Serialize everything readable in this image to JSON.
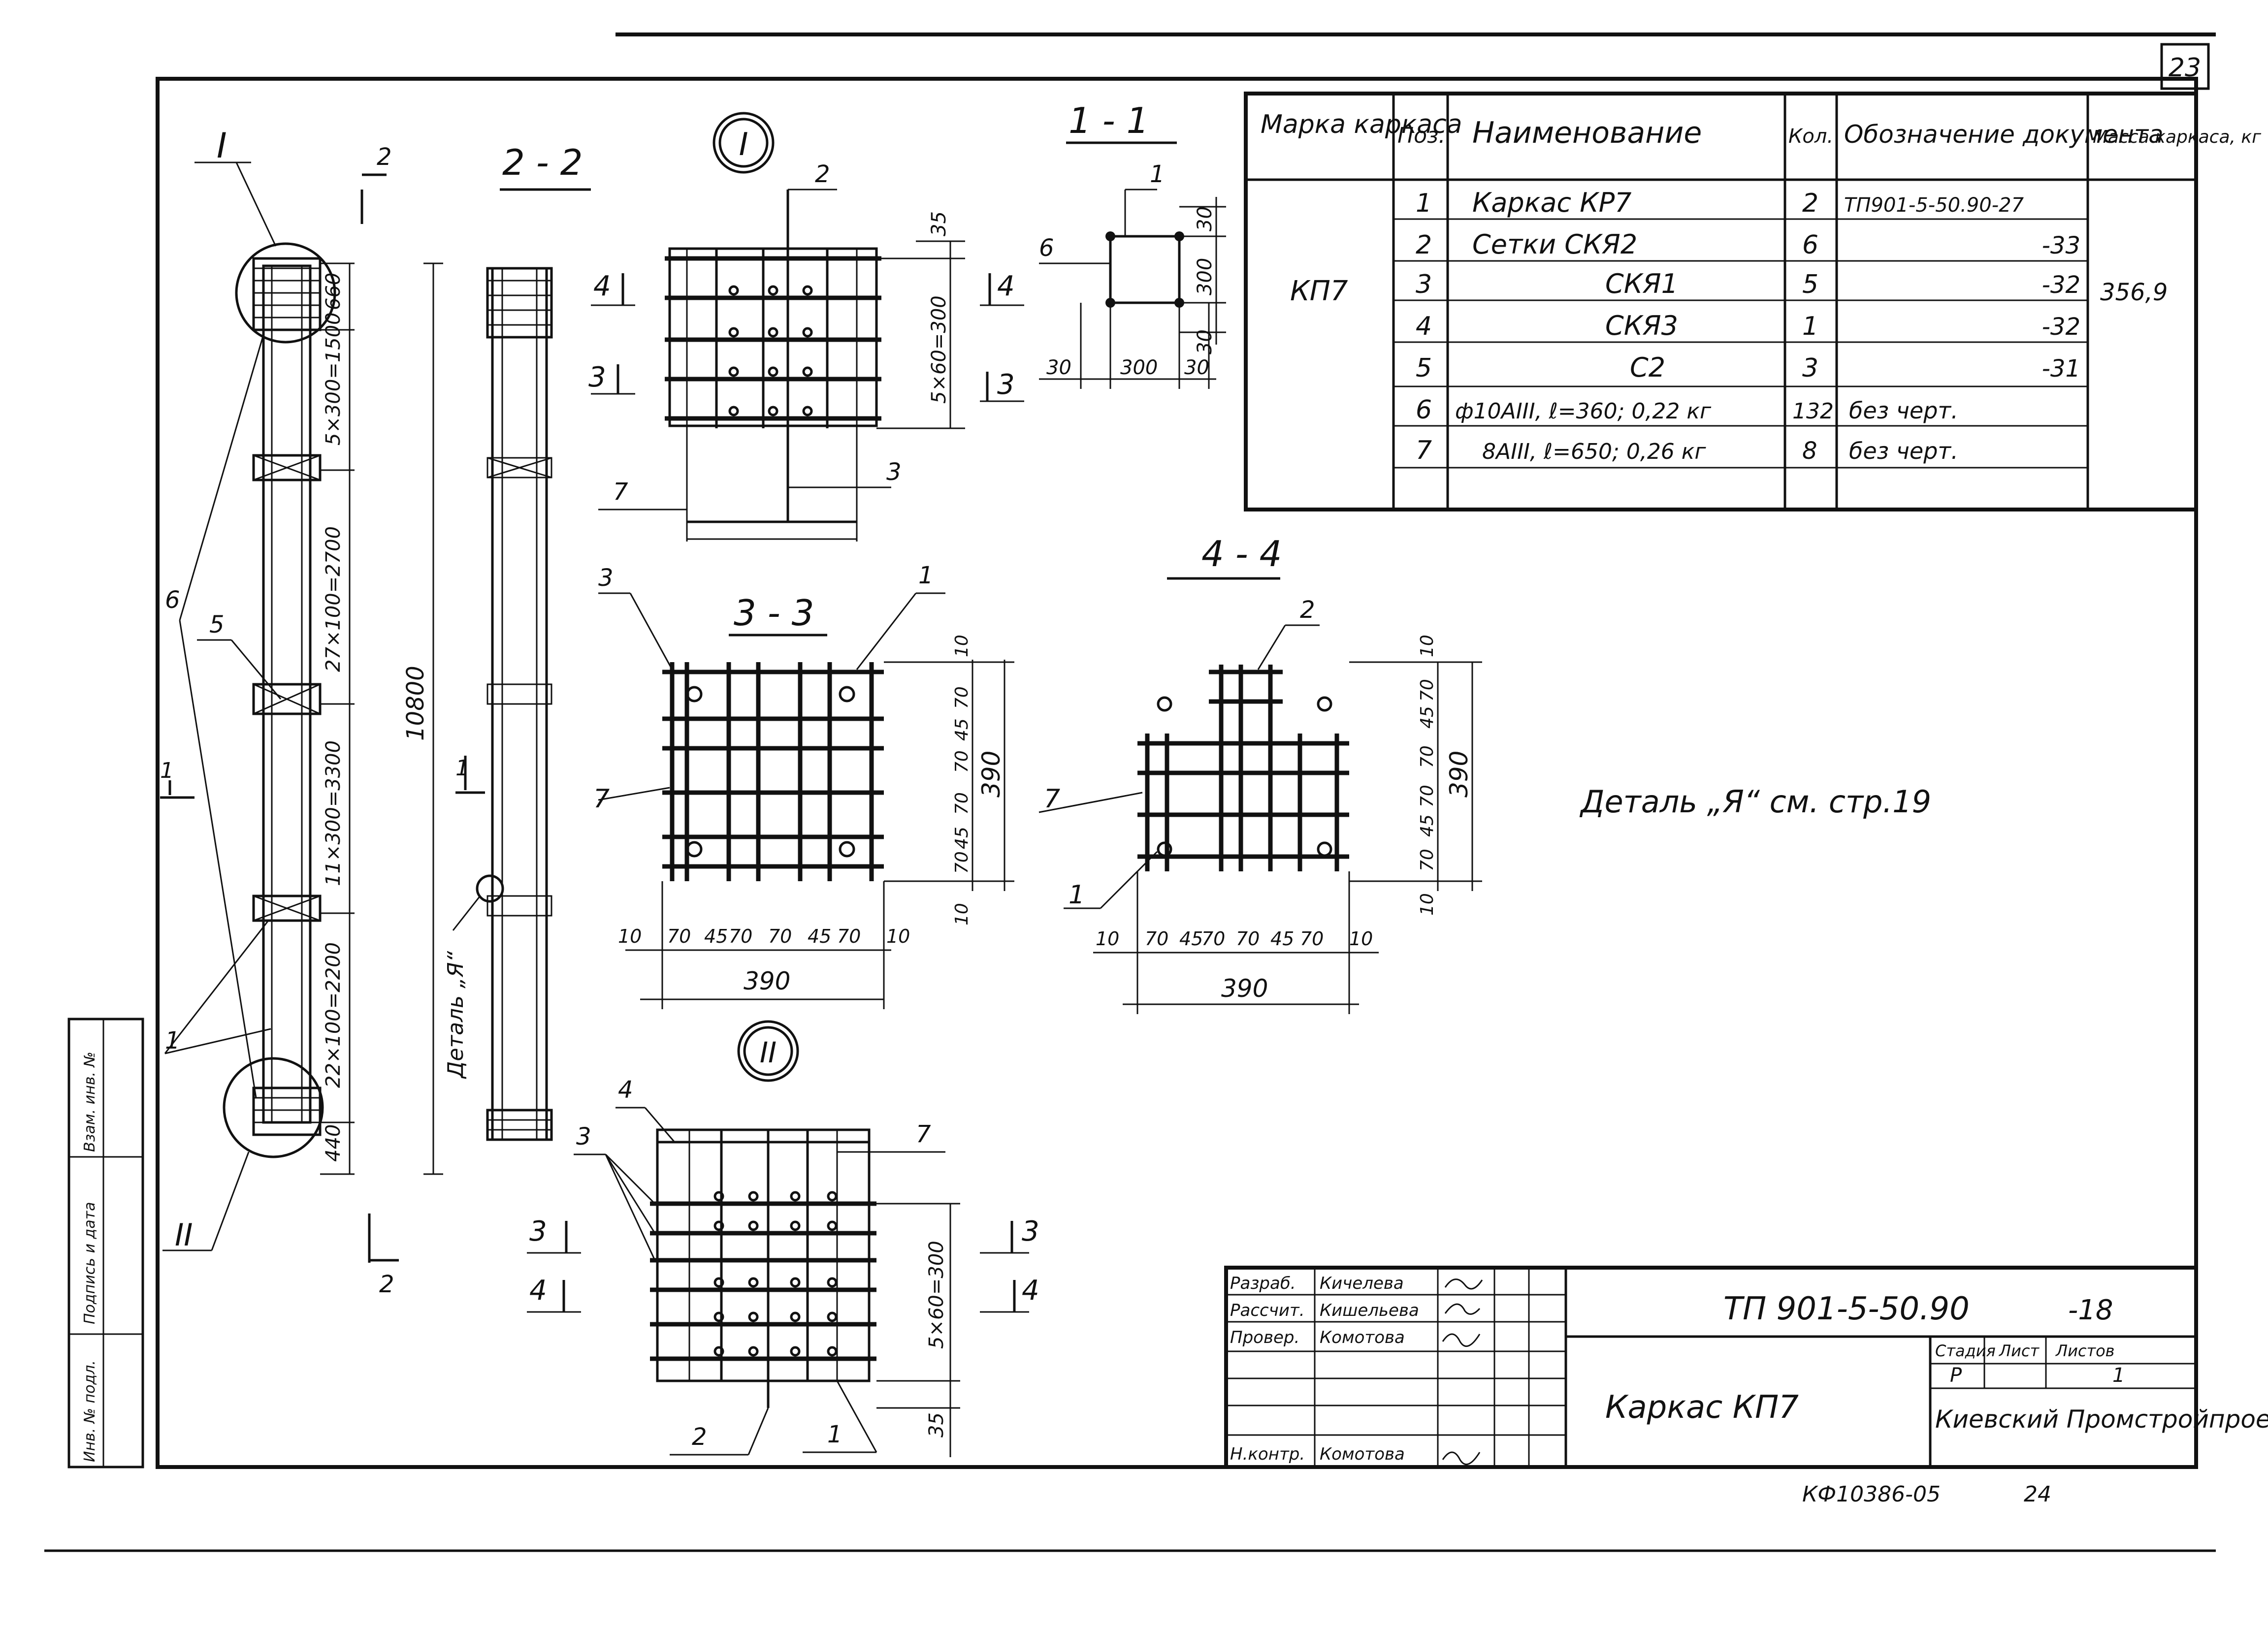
{
  "sheet": {
    "page_number": "23",
    "footer_code": "КФ10386-05",
    "footer_number": "24"
  },
  "elevation": {
    "callout_I": "I",
    "callout_II": "II",
    "label_6": "6",
    "label_5": "5",
    "label_1": "1",
    "section_1_left": "1",
    "section_2_top": "2",
    "section_2_bottom": "2",
    "dims": [
      "660",
      "5×300=1500",
      "27×100=2700",
      "11×300=3300",
      "22×100=2200",
      "440"
    ],
    "overall": "10800"
  },
  "section_2_2": {
    "title": "2 - 2",
    "detail_label": "Деталь „Я“",
    "section_1_mark": "1"
  },
  "detail_I": {
    "callout": "I",
    "pos_2": "2",
    "pos_3": "3",
    "pos_7": "7",
    "dim_top": "35",
    "dim_main": "5×60=300",
    "cut_4_left": "4",
    "cut_3_left": "3",
    "cut_4_right": "4",
    "cut_3_right": "3"
  },
  "section_1_1": {
    "title": "1 - 1",
    "pos_1": "1",
    "pos_6": "6",
    "dims_h": [
      "30",
      "300",
      "30"
    ],
    "dims_v": [
      "30",
      "300",
      "30"
    ]
  },
  "section_3_3": {
    "title": "3 - 3",
    "pos_3": "3",
    "pos_1": "1",
    "pos_7": "7",
    "dims_bottom": [
      "10",
      "70",
      "45",
      "70",
      "70",
      "45",
      "70",
      "10"
    ],
    "overall_bottom": "390",
    "dims_right": [
      "10",
      "70",
      "45",
      "70",
      "70",
      "45",
      "70",
      "10"
    ],
    "overall_right": "390"
  },
  "section_4_4": {
    "title": "4 - 4",
    "pos_2": "2",
    "pos_7": "7",
    "pos_1": "1",
    "dims_bottom": [
      "10",
      "70",
      "45",
      "70",
      "70",
      "45",
      "70",
      "10"
    ],
    "overall_bottom": "390",
    "dims_right": [
      "10",
      "70",
      "45",
      "70",
      "70",
      "45",
      "70",
      "10"
    ],
    "overall_right": "390"
  },
  "detail_note": "Деталь „Я“ см. стр.19",
  "detail_II": {
    "callout": "II",
    "pos_4": "4",
    "pos_3": "3",
    "pos_7": "7",
    "pos_2": "2",
    "pos_1": "1",
    "dim_main": "5×60=300",
    "dim_bottom": "35",
    "cut_3_left": "3",
    "cut_4_left": "4",
    "cut_3_right": "3",
    "cut_4_right": "4"
  },
  "spec_table": {
    "headers": [
      "Марка каркаса",
      "Поз.",
      "Наименование",
      "Кол.",
      "Обозначение документа",
      "Масса каркаса, кг"
    ],
    "mark": "КП7",
    "mass": "356,9",
    "rows": [
      {
        "pos": "1",
        "name": "Каркас КР7",
        "qty": "2",
        "doc": "ТП901-5-50.90-27"
      },
      {
        "pos": "2",
        "name": "Сетки СКЯ2",
        "qty": "6",
        "doc": "-33"
      },
      {
        "pos": "3",
        "name": "СКЯ1",
        "qty": "5",
        "doc": "-32"
      },
      {
        "pos": "4",
        "name": "СКЯ3",
        "qty": "1",
        "doc": "-32"
      },
      {
        "pos": "5",
        "name": "С2",
        "qty": "3",
        "doc": "-31"
      },
      {
        "pos": "6",
        "name": "ф10АIII, ℓ=360; 0,22 кг",
        "qty": "132",
        "doc": "без черт."
      },
      {
        "pos": "7",
        "name": "8АIII, ℓ=650; 0,26 кг",
        "qty": "8",
        "doc": "без черт."
      }
    ]
  },
  "title_block": {
    "designation": "ТП 901-5-50.90",
    "sheet_suffix": "-18",
    "roles": [
      "Разраб.",
      "Рассчит.",
      "Провер.",
      "",
      "",
      "",
      "Н.контр."
    ],
    "names": [
      "Кичелева",
      "Кишельева",
      "Комотова",
      "",
      "",
      "",
      "Комотова"
    ],
    "drawing_title": "Каркас КП7",
    "stage_header": "Стадия",
    "sheet_header": "Лист",
    "sheets_header": "Листов",
    "stage": "Р",
    "sheets": "1",
    "organization": "Киевский Промстройпроект"
  },
  "side_stamp": [
    "Инв. № подл.",
    "Подпись и дата",
    "Взам. инв. №"
  ]
}
